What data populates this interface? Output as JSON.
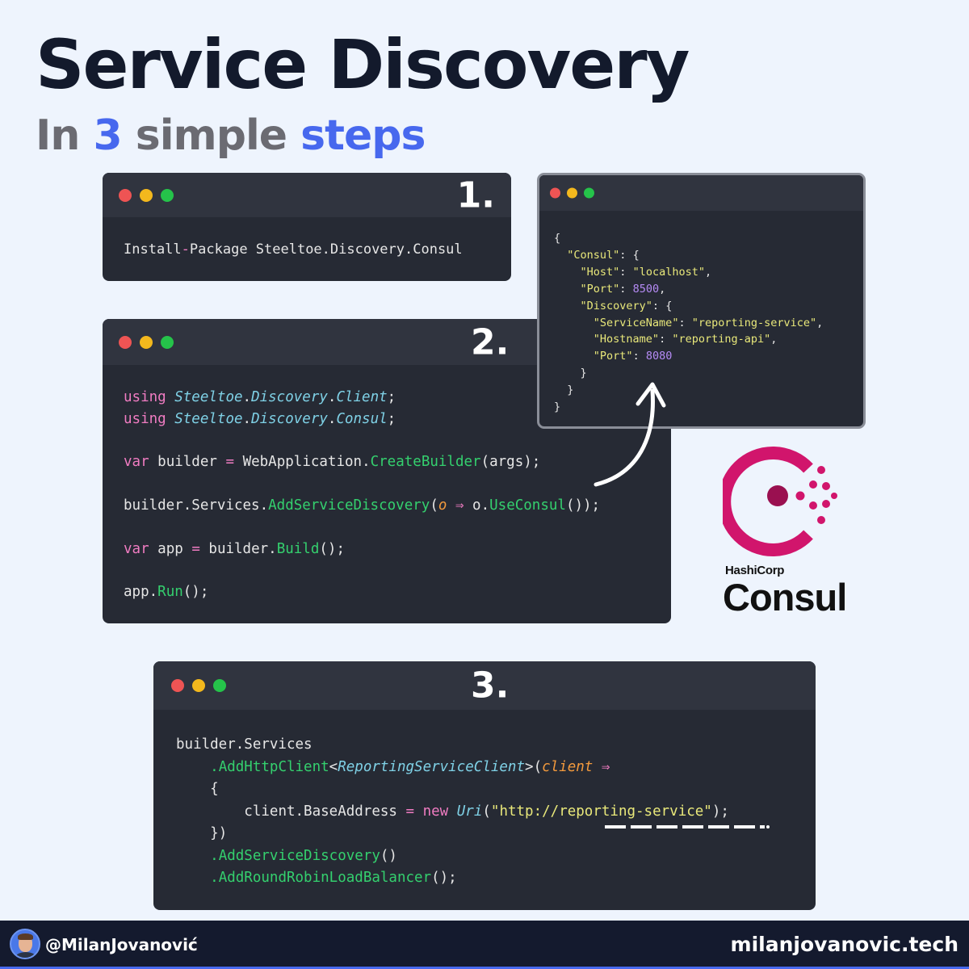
{
  "header": {
    "title": "Service Discovery",
    "subtitle_in": "In",
    "subtitle_num": "3",
    "subtitle_simple": "simple",
    "subtitle_steps": "steps"
  },
  "steps": [
    {
      "number": "1."
    },
    {
      "number": "2."
    },
    {
      "number": "3."
    }
  ],
  "code": {
    "step1": {
      "line1": {
        "a": "Install",
        "b": "-",
        "c": "Package Steeltoe.Discovery.Consul"
      }
    },
    "step2": {
      "using": "using",
      "steeltoe": "Steeltoe",
      "dot": ".",
      "discovery": "Discovery",
      "client": "Client",
      "consul": "Consul",
      "semi": ";",
      "var": "var",
      "builder": "builder",
      "eq": "=",
      "webapp": "WebApplication.",
      "createbuilder": "CreateBuilder",
      "args": "(args);",
      "services": "builder.Services.",
      "addsd": "AddServiceDiscovery",
      "paren_open": "(",
      "o": "o",
      "arrow": "⇒",
      "o_dot": "o.",
      "useconsul": "UseConsul",
      "close": "());",
      "app": "app",
      "builder_dot": "builder.",
      "build": "Build",
      "call_end": "();",
      "app_dot": "app.",
      "run": "Run"
    },
    "step3": {
      "builder_services": "builder.Services",
      "dot": ".",
      "addhttp": "AddHttpClient",
      "lt": "<",
      "rsc": "ReportingServiceClient",
      "gt": ">",
      "popen": "(",
      "client": "client",
      "arrow": "⇒",
      "brace_open": "{",
      "base": "client.BaseAddress",
      "eq": "=",
      "new": "new",
      "uri": "Uri",
      "url": "\"http://reporting-service\"",
      "end": ");",
      "brace_close": "})",
      "addsd": "AddServiceDiscovery",
      "parens": "()",
      "addrr": "AddRoundRobinLoadBalancer",
      "final": "();"
    },
    "json": {
      "open": "{",
      "consul_key": "\"Consul\"",
      "colon": ":",
      "brace": "{",
      "host_key": "\"Host\"",
      "host_val": "\"localhost\"",
      "comma": ",",
      "port_key": "\"Port\"",
      "port_val": "8500",
      "discovery_key": "\"Discovery\"",
      "sn_key": "\"ServiceName\"",
      "sn_val": "\"reporting-service\"",
      "hn_key": "\"Hostname\"",
      "hn_val": "\"reporting-api\"",
      "port2_val": "8080",
      "close": "}"
    }
  },
  "logo": {
    "company": "HashiCorp",
    "product": "Consul",
    "color": "#d1156c"
  },
  "footer": {
    "handle": "@MilanJovanović",
    "site": "milanjovanovic.tech"
  },
  "colors": {
    "accent": "#4768ee",
    "background": "#eef4fd",
    "window": "#262a34",
    "titlebar": "#30343f"
  }
}
